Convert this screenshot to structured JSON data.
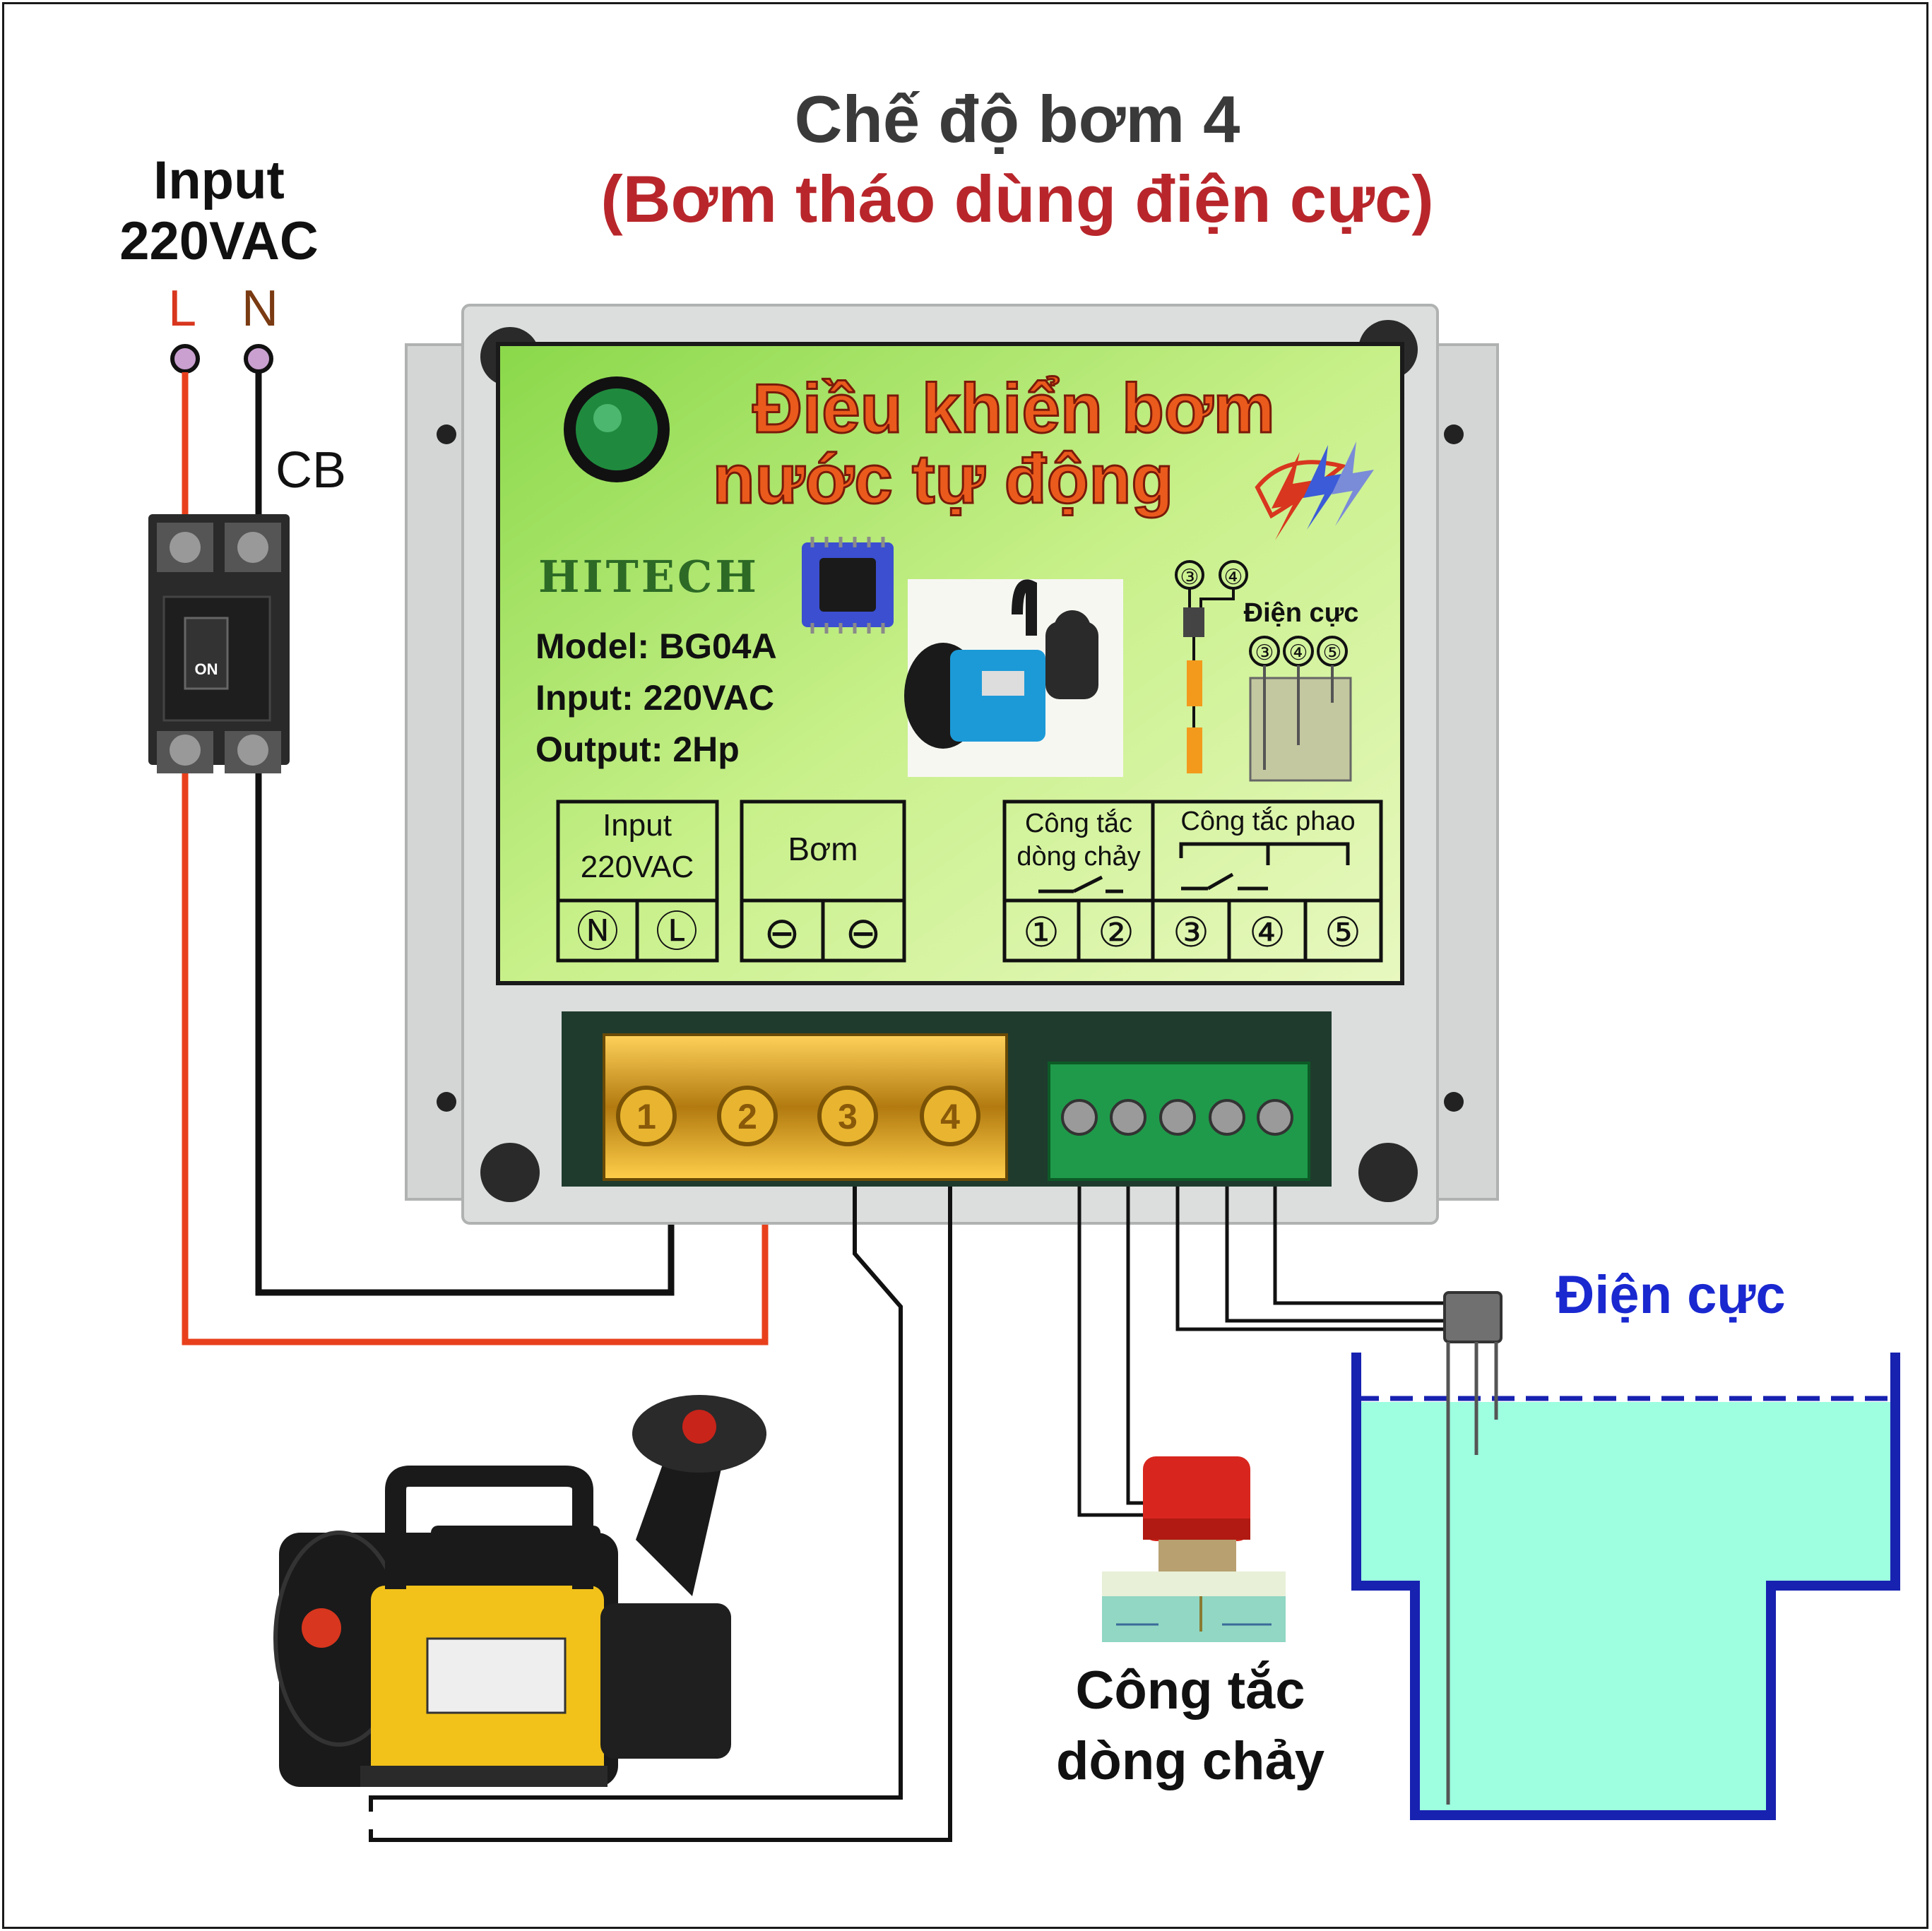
{
  "title": {
    "line1": "Chế độ bơm 4",
    "line2": "(Bơm tháo dùng điện cực)"
  },
  "input": {
    "label1": "Input",
    "label2": "220VAC",
    "l": "L",
    "n": "N"
  },
  "cb": {
    "label": "CB",
    "on_text": "ON"
  },
  "panel": {
    "heading1": "Điều khiển bơm",
    "heading2": "nước tự động",
    "brand": "HITECH",
    "model": "Model:  BG04A",
    "input": "Input: 220VAC",
    "output": "Output: 2Hp",
    "electrode_label": "Điện cực",
    "probe_top": [
      "③",
      "④"
    ],
    "probe_nums": [
      "③",
      "④",
      "⑤"
    ],
    "terminals": {
      "input_label1": "Input",
      "input_label2": "220VAC",
      "input_pins": [
        "Ⓝ",
        "Ⓛ"
      ],
      "pump_label": "Bơm",
      "pump_pins": [
        "⊖",
        "⊖"
      ],
      "flow_label1": "Công tắc",
      "flow_label2": "dòng chảy",
      "float_label": "Công tắc phao",
      "switch_pins": [
        "①",
        "②",
        "③",
        "④",
        "⑤"
      ]
    },
    "screw_terminals": [
      "1",
      "2",
      "3",
      "4"
    ]
  },
  "electrode_tank_label": "Điện cực",
  "flow_switch": {
    "line1": "Công tắc",
    "line2": "dòng chảy"
  },
  "colors": {
    "title_dark": "#3a3a3a",
    "title_red": "#b8262b",
    "wire_red": "#e8401c",
    "wire_black": "#111111",
    "label_l": "#d8361e",
    "label_n": "#7a3a12",
    "panel_green": "#a8e070",
    "heading_orange": "#ea5a1c",
    "electrode_blue": "#1a28d0",
    "water": "#9dffe0",
    "tank_border": "#1722b0"
  }
}
